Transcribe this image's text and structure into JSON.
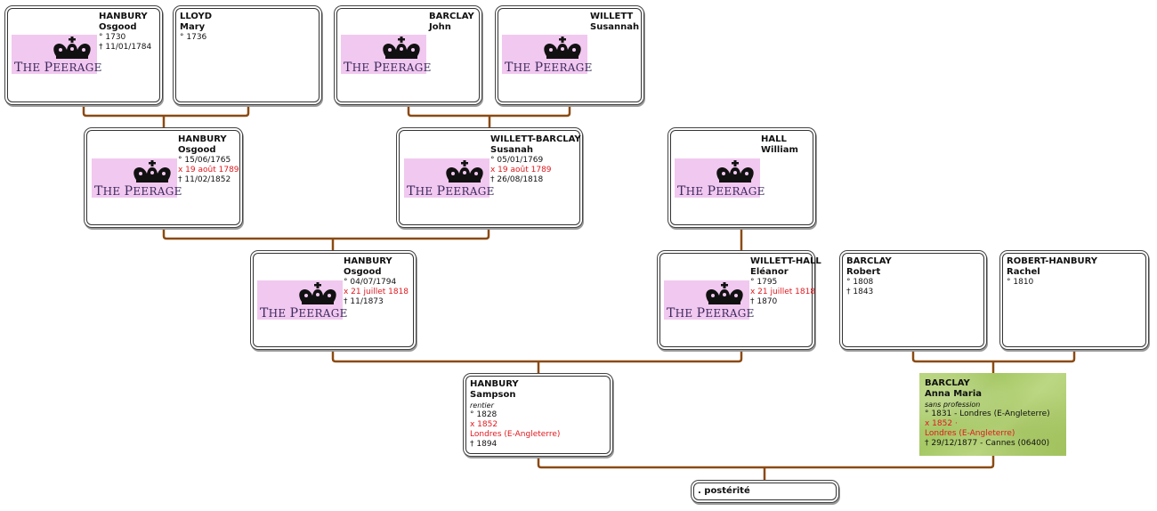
{
  "tree": {
    "logo": {
      "line1_cap1": "T",
      "line1_rest1": "HE ",
      "line1_cap2": "P",
      "line1_rest2": "EERAGE",
      "icon": "crown-icon"
    },
    "persons": {
      "a": {
        "surname": "HANBURY",
        "given": "Osgood",
        "birth": "° 1730",
        "death": "† 11/01/1784"
      },
      "b": {
        "surname": "LLOYD",
        "given": "Mary",
        "birth": "° 1736"
      },
      "c": {
        "surname": "BARCLAY",
        "given": "John"
      },
      "d": {
        "surname": "WILLETT",
        "given": "Susannah"
      },
      "e": {
        "surname": "HANBURY",
        "given": "Osgood",
        "birth": "° 15/06/1765",
        "marriage": "x 19 août 1789",
        "death": "† 11/02/1852"
      },
      "f": {
        "surname": "WILLETT-BARCLAY",
        "given": "Susanah",
        "birth": "° 05/01/1769",
        "marriage": "x 19 août 1789",
        "death": "† 26/08/1818"
      },
      "g": {
        "surname": "HALL",
        "given": "William"
      },
      "h": {
        "surname": "HANBURY",
        "given": "Osgood",
        "birth": "° 04/07/1794",
        "marriage": "x 21 juillet 1818",
        "death": "† 11/1873"
      },
      "i": {
        "surname": "WILLETT-HALL",
        "given": "Eléanor",
        "birth": "° 1795",
        "marriage": "x 21 juillet 1818",
        "death": "† 1870"
      },
      "j": {
        "surname": "BARCLAY",
        "given": "Robert",
        "birth": "° 1808",
        "death": "† 1843"
      },
      "k": {
        "surname": "ROBERT-HANBURY",
        "given": "Rachel",
        "birth": "° 1810"
      },
      "l": {
        "surname": "HANBURY",
        "given": "Sampson",
        "occupation": "rentier",
        "birth": "° 1828",
        "marriage": "x 1852",
        "marriage_place": "Londres (E-Angleterre)",
        "death": "† 1894"
      },
      "m": {
        "surname": "BARCLAY",
        "given": "Anna Maria",
        "occupation": "sans profession",
        "birth": "° 1831  - Londres (E-Angleterre)",
        "marriage": "x 1852 ·",
        "marriage_place": "Londres (E-Angleterre)",
        "death": "† 29/12/1877  - Cannes (06400)"
      }
    },
    "posterity_label": ". postérité"
  },
  "colors": {
    "connector": "#8b4a12",
    "marriage_text": "#e0191e",
    "logo_bg": "#f1c8ef",
    "highlight_bg": "#b2d070"
  }
}
